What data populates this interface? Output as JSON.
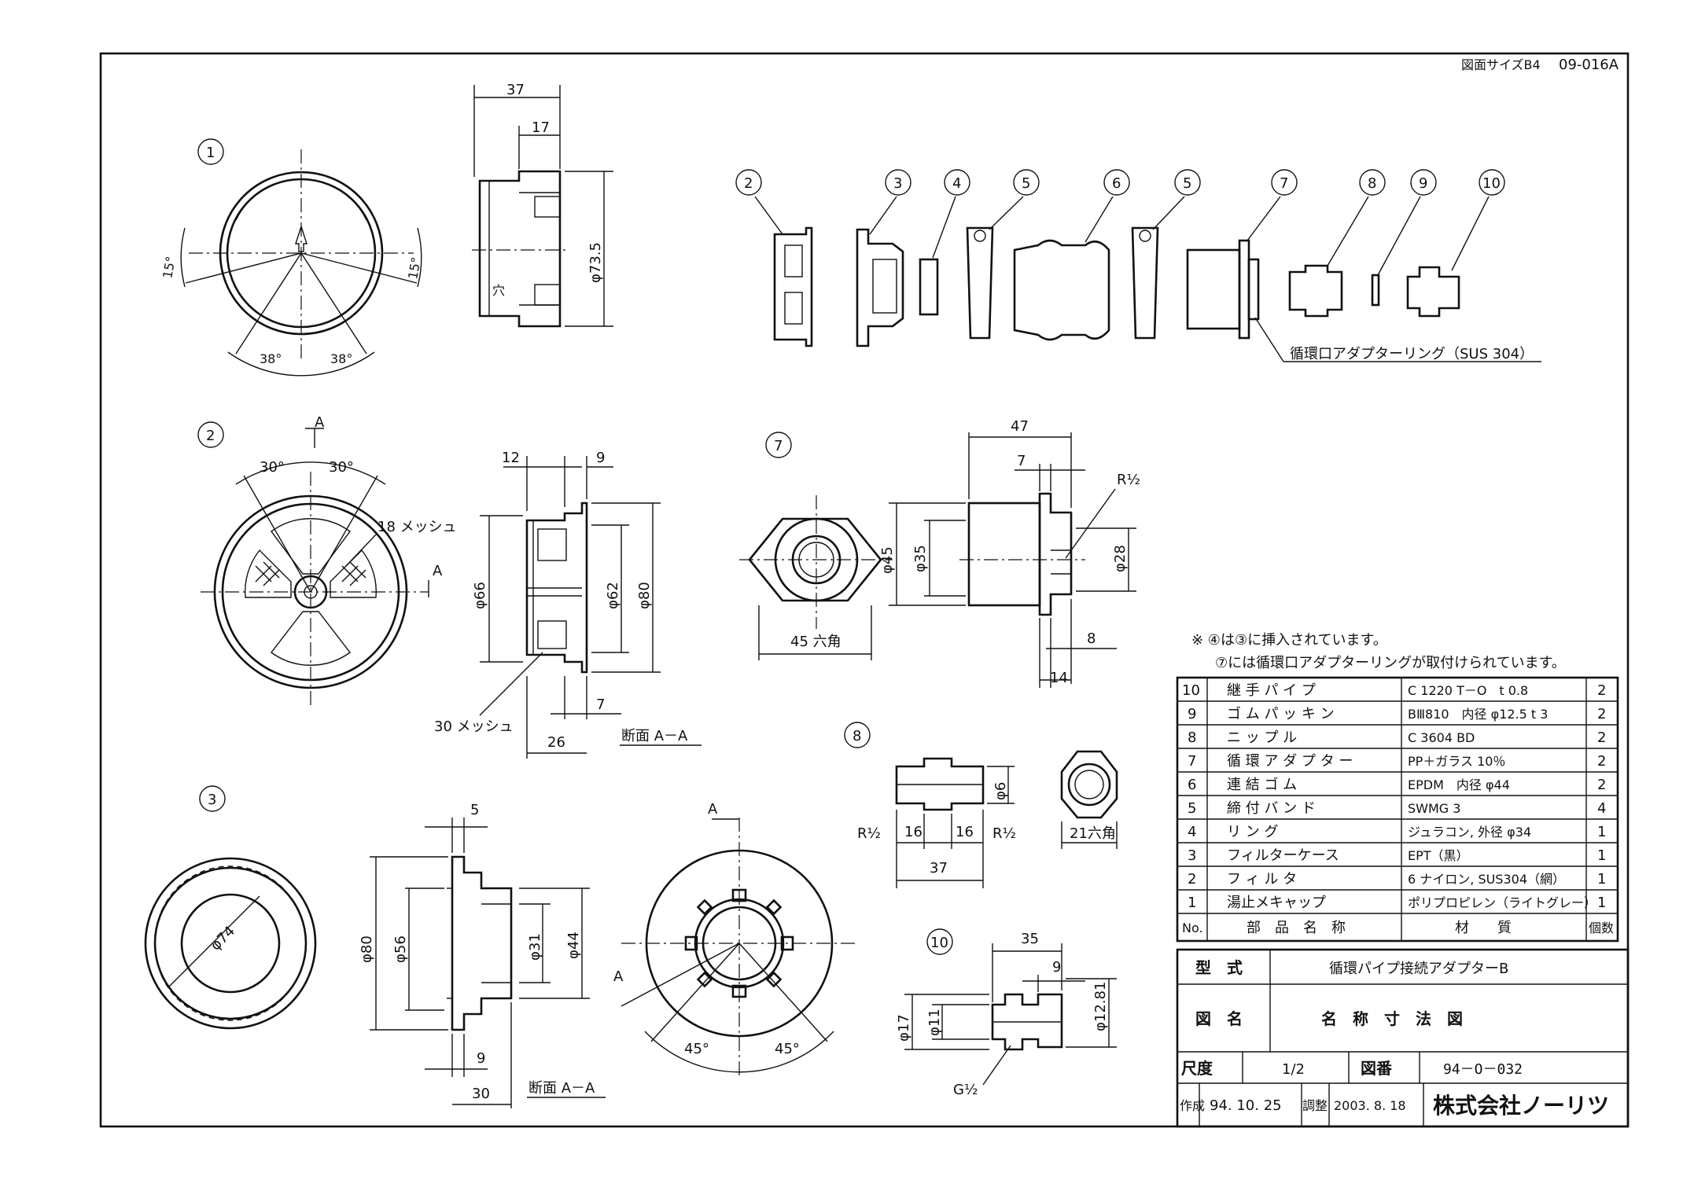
{
  "header": {
    "paper_size": "図面サイズB4",
    "drawing_code": "09-016A"
  },
  "views": {
    "v1": {
      "label": "1",
      "dim_width": "37",
      "dim_flange": "17",
      "dim_dia": "φ73.5",
      "hole_label": "穴",
      "angle_l": "15°",
      "angle_r": "15°",
      "angle_bl": "38°",
      "angle_br": "38°"
    },
    "v2": {
      "label": "2",
      "section_mark": "A",
      "angle_l": "30°",
      "angle_r": "30°",
      "mesh18": "18 メッシュ",
      "mesh30": "30 メッシュ",
      "d12": "12",
      "d9": "9",
      "d66": "φ66",
      "d62": "φ62",
      "d80": "φ80",
      "d7": "7",
      "d26": "26",
      "section_title": "断面 A－A"
    },
    "v3": {
      "label": "3",
      "d74": "φ74",
      "d5": "5",
      "d80": "φ80",
      "d56": "φ56",
      "d31": "φ31",
      "d44": "φ44",
      "d9": "9",
      "d30": "30",
      "section_title": "断面 A－A",
      "section_mark": "A",
      "angle_l": "45°",
      "angle_r": "45°"
    },
    "v7": {
      "label": "7",
      "hex": "45 六角",
      "d47": "47",
      "d7": "7",
      "thread": "R½",
      "d45": "φ45",
      "d35": "φ35",
      "d28": "φ28",
      "d8": "8",
      "d14": "14"
    },
    "v8": {
      "label": "8",
      "d6": "φ6",
      "thread_l": "R½",
      "thread_r": "R½",
      "d16a": "16",
      "d16b": "16",
      "d37": "37",
      "hex": "21六角"
    },
    "v10": {
      "label": "10",
      "d35": "35",
      "d9": "9",
      "d17": "φ17",
      "d11": "φ11",
      "d1281": "φ12.81",
      "thread": "G½"
    }
  },
  "exploded": {
    "balloons": [
      "2",
      "3",
      "4",
      "5",
      "6",
      "5",
      "7",
      "8",
      "9",
      "10"
    ],
    "ring_note": "循環口アダプターリング（SUS 304）"
  },
  "notes": {
    "line1": "※ ④は③に挿入されています。",
    "line2": "⑦には循環口アダプターリングが取付けられています。"
  },
  "parts_table": {
    "rows": [
      {
        "no": "10",
        "name": "継 手 パ イ プ",
        "material": "C 1220 T－O　t 0.8",
        "qty": "2"
      },
      {
        "no": "9",
        "name": "ゴ ム パ ッ キ ン",
        "material": "BⅢ810　内径 φ12.5 t 3",
        "qty": "2"
      },
      {
        "no": "8",
        "name": "ニ ッ プ ル",
        "material": "C 3604 BD",
        "qty": "2"
      },
      {
        "no": "7",
        "name": "循 環 ア ダ プ タ ー",
        "material": "PP＋ガラス 10％",
        "qty": "2"
      },
      {
        "no": "6",
        "name": "連 結 ゴ ム",
        "material": "EPDM　内径 φ44",
        "qty": "2"
      },
      {
        "no": "5",
        "name": "締 付 バ ン ド",
        "material": "SWMG 3",
        "qty": "4"
      },
      {
        "no": "4",
        "name": "リ ン グ",
        "material": "ジュラコン, 外径 φ34",
        "qty": "1"
      },
      {
        "no": "3",
        "name": "フィルターケース",
        "material": "EPT（黒）",
        "qty": "1"
      },
      {
        "no": "2",
        "name": "フ ィ ル タ",
        "material": "6 ナイロン, SUS304（網）",
        "qty": "1"
      },
      {
        "no": "1",
        "name": "湯止メキャップ",
        "material": "ポリプロピレン（ライトグレー）",
        "qty": "1"
      }
    ],
    "header": {
      "no": "No.",
      "name": "部　品　名　称",
      "material": "材　　質",
      "qty": "個数"
    }
  },
  "title_block": {
    "type_label": "型　式",
    "type_value": "循環パイプ接続アダプターB",
    "drawing_name_label": "図　名",
    "drawing_name_value": "名　称　寸　法　図",
    "scale_label": "尺度",
    "scale_value": "1/2",
    "drawing_no_label": "図番",
    "drawing_no_value": "94－O－032",
    "created_label": "作成",
    "created_date": "94. 10. 25",
    "revised_label": "調整",
    "revised_date": "2003. 8. 18",
    "company": "株式会社ノーリツ"
  }
}
